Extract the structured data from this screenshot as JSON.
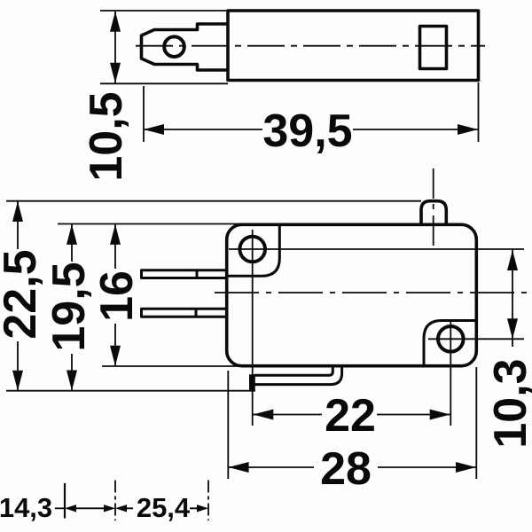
{
  "dims": {
    "top_height": "10,5",
    "top_length": "39,5",
    "overall_height": "22,5",
    "lever_height": "19,5",
    "body_height": "16",
    "hole_spacing": "22",
    "body_length": "28",
    "hole_offset": "10,3",
    "ref_a": "14,3",
    "ref_b": "25,4"
  }
}
